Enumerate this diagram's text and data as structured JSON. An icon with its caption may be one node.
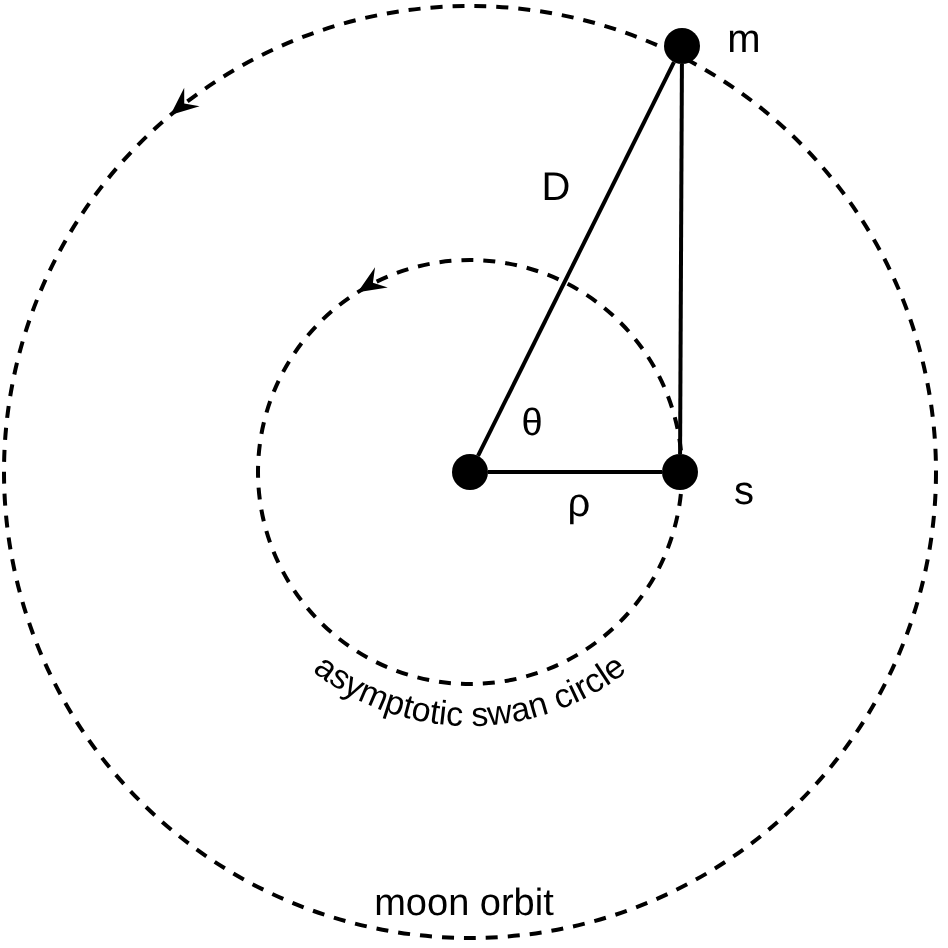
{
  "diagram": {
    "nodes": [
      {
        "text": [],
        "shape": "circle"
      },
      {
        "text": [],
        "shape": "circle",
        "beside": [
          "m"
        ]
      },
      {
        "text": [],
        "shape": "circle",
        "beside": [
          "s"
        ]
      }
    ],
    "edges": [
      {
        "from": 0,
        "to": 1,
        "arrow": "none",
        "label": "D"
      },
      {
        "from": 0,
        "to": 2,
        "arrow": "none",
        "label": "ρ"
      },
      {
        "from": 1,
        "to": 2,
        "arrow": "none"
      }
    ],
    "labels": [
      "θ",
      "asymptotic swan circle",
      "moon orbit"
    ]
  }
}
